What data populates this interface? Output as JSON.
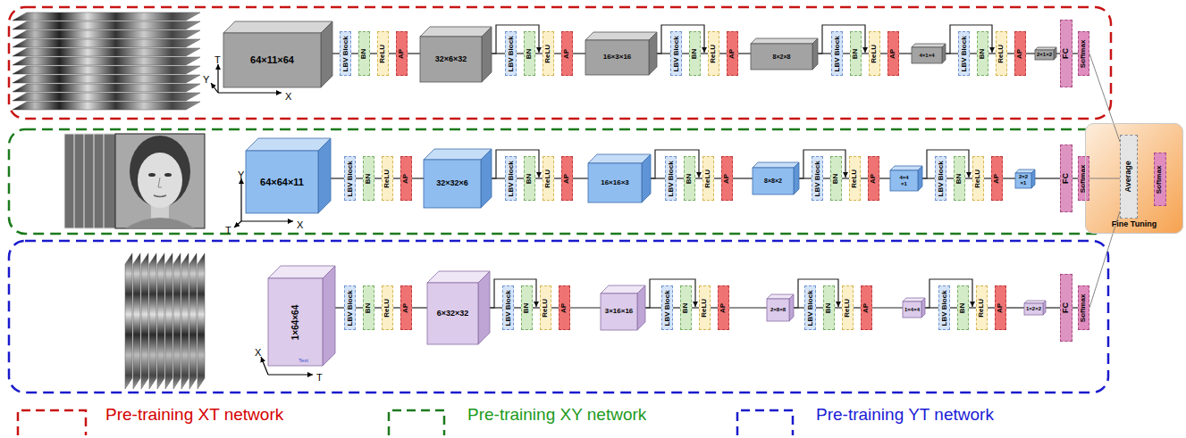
{
  "diagram": {
    "nodes": [
      {
        "text": [
          "64×11×64"
        ]
      },
      {
        "text": [
          "LBV Block"
        ]
      },
      {
        "text": [
          "BN"
        ]
      },
      {
        "text": [
          "ReLU"
        ]
      },
      {
        "text": [
          "AP"
        ]
      },
      {
        "text": [
          "32×6×32"
        ]
      },
      {
        "text": [
          "LBV Block"
        ]
      },
      {
        "text": [
          "BN"
        ]
      },
      {
        "text": [
          "ReLU"
        ]
      },
      {
        "text": [
          "AP"
        ]
      },
      {
        "text": [
          "16×3×16"
        ]
      },
      {
        "text": [
          "LBV Block"
        ]
      },
      {
        "text": [
          "BN"
        ]
      },
      {
        "text": [
          "ReLU"
        ]
      },
      {
        "text": [
          "AP"
        ]
      },
      {
        "text": [
          "8×2×8"
        ]
      },
      {
        "text": [
          "LBV Block"
        ]
      },
      {
        "text": [
          "BN"
        ]
      },
      {
        "text": [
          "ReLU"
        ]
      },
      {
        "text": [
          "AP"
        ]
      },
      {
        "text": [
          "4×1×4"
        ]
      },
      {
        "text": [
          "LBV Block"
        ]
      },
      {
        "text": [
          "BN"
        ]
      },
      {
        "text": [
          "ReLU"
        ]
      },
      {
        "text": [
          "AP"
        ]
      },
      {
        "text": [
          "2×1×2"
        ]
      },
      {
        "text": [
          "FC"
        ]
      },
      {
        "text": [
          "Softmax"
        ]
      },
      {
        "text": [
          "64×64×11"
        ]
      },
      {
        "text": [
          "LBV Block"
        ]
      },
      {
        "text": [
          "BN"
        ]
      },
      {
        "text": [
          "ReLU"
        ]
      },
      {
        "text": [
          "AP"
        ]
      },
      {
        "text": [
          "32×32×6"
        ]
      },
      {
        "text": [
          "LBV Block"
        ]
      },
      {
        "text": [
          "BN"
        ]
      },
      {
        "text": [
          "ReLU"
        ]
      },
      {
        "text": [
          "AP"
        ]
      },
      {
        "text": [
          "16×16×3"
        ]
      },
      {
        "text": [
          "LBV Block"
        ]
      },
      {
        "text": [
          "BN"
        ]
      },
      {
        "text": [
          "ReLU"
        ]
      },
      {
        "text": [
          "AP"
        ]
      },
      {
        "text": [
          "8×8×2"
        ]
      },
      {
        "text": [
          "LBV Block"
        ]
      },
      {
        "text": [
          "BN"
        ]
      },
      {
        "text": [
          "ReLU"
        ]
      },
      {
        "text": [
          "AP"
        ]
      },
      {
        "text": [
          "4×4 ×1"
        ]
      },
      {
        "text": [
          "LBV Block"
        ]
      },
      {
        "text": [
          "BN"
        ]
      },
      {
        "text": [
          "ReLU"
        ]
      },
      {
        "text": [
          "AP"
        ]
      },
      {
        "text": [
          "2×2 ×1"
        ]
      },
      {
        "text": [
          "FC"
        ]
      },
      {
        "text": [
          "Softmax"
        ]
      },
      {
        "text": [
          "1×64×64"
        ]
      },
      {
        "text": [
          "LBV Block"
        ]
      },
      {
        "text": [
          "BN"
        ]
      },
      {
        "text": [
          "ReLU"
        ]
      },
      {
        "text": [
          "AP"
        ]
      },
      {
        "text": [
          "6×32×32"
        ]
      },
      {
        "text": [
          "LBV Block"
        ]
      },
      {
        "text": [
          "BN"
        ]
      },
      {
        "text": [
          "ReLU"
        ]
      },
      {
        "text": [
          "AP"
        ]
      },
      {
        "text": [
          "3×16×16"
        ]
      },
      {
        "text": [
          "LBV Block"
        ]
      },
      {
        "text": [
          "BN"
        ]
      },
      {
        "text": [
          "ReLU"
        ]
      },
      {
        "text": [
          "AP"
        ]
      },
      {
        "text": [
          "2×8×8"
        ]
      },
      {
        "text": [
          "LBV Block"
        ]
      },
      {
        "text": [
          "BN"
        ]
      },
      {
        "text": [
          "ReLU"
        ]
      },
      {
        "text": [
          "AP"
        ]
      },
      {
        "text": [
          "1×4×4"
        ]
      },
      {
        "text": [
          "LBV Block"
        ]
      },
      {
        "text": [
          "BN"
        ]
      },
      {
        "text": [
          "ReLU"
        ]
      },
      {
        "text": [
          "AP"
        ]
      },
      {
        "text": [
          "1×2×2"
        ]
      },
      {
        "text": [
          "FC"
        ]
      },
      {
        "text": [
          "Softmax"
        ]
      },
      {
        "text": [
          "Fine Tuning"
        ]
      },
      {
        "text": [
          "Average"
        ],
        "in": 84
      },
      {
        "text": [
          "Softmax"
        ],
        "in": 84
      }
    ],
    "edges": [
      {
        "from": 0,
        "to": 1,
        "arrow": "none"
      },
      {
        "from": 1,
        "to": 2,
        "arrow": "none"
      },
      {
        "from": 2,
        "to": 3,
        "arrow": "none"
      },
      {
        "from": 3,
        "to": 4,
        "arrow": "none"
      },
      {
        "from": 4,
        "to": 5,
        "arrow": "none"
      },
      {
        "from": 5,
        "to": 6,
        "arrow": "none"
      },
      {
        "from": 6,
        "to": 7,
        "arrow": "none"
      },
      {
        "from": 7,
        "to": 8,
        "arrow": "none"
      },
      {
        "from": 8,
        "to": 9,
        "arrow": "none"
      },
      {
        "from": 9,
        "to": 10,
        "arrow": "none"
      },
      {
        "from": 10,
        "to": 11,
        "arrow": "none"
      },
      {
        "from": 11,
        "to": 12,
        "arrow": "none"
      },
      {
        "from": 12,
        "to": 13,
        "arrow": "none"
      },
      {
        "from": 13,
        "to": 14,
        "arrow": "none"
      },
      {
        "from": 14,
        "to": 15,
        "arrow": "none"
      },
      {
        "from": 15,
        "to": 16,
        "arrow": "none"
      },
      {
        "from": 16,
        "to": 17,
        "arrow": "none"
      },
      {
        "from": 17,
        "to": 18,
        "arrow": "none"
      },
      {
        "from": 18,
        "to": 19,
        "arrow": "none"
      },
      {
        "from": 19,
        "to": 20,
        "arrow": "none"
      },
      {
        "from": 20,
        "to": 21,
        "arrow": "none"
      },
      {
        "from": 21,
        "to": 22,
        "arrow": "none"
      },
      {
        "from": 22,
        "to": 23,
        "arrow": "none"
      },
      {
        "from": 23,
        "to": 24,
        "arrow": "none"
      },
      {
        "from": 24,
        "to": 25,
        "arrow": "none"
      },
      {
        "from": 25,
        "to": 26,
        "arrow": "none"
      },
      {
        "from": 26,
        "to": 27,
        "arrow": "none"
      },
      {
        "from": 5,
        "to": 8,
        "arrow": "to"
      },
      {
        "from": 10,
        "to": 13,
        "arrow": "to"
      },
      {
        "from": 15,
        "to": 18,
        "arrow": "to"
      },
      {
        "from": 20,
        "to": 23,
        "arrow": "to"
      },
      {
        "from": 28,
        "to": 29,
        "arrow": "none"
      },
      {
        "from": 29,
        "to": 30,
        "arrow": "none"
      },
      {
        "from": 30,
        "to": 31,
        "arrow": "none"
      },
      {
        "from": 31,
        "to": 32,
        "arrow": "none"
      },
      {
        "from": 32,
        "to": 33,
        "arrow": "none"
      },
      {
        "from": 33,
        "to": 34,
        "arrow": "none"
      },
      {
        "from": 34,
        "to": 35,
        "arrow": "none"
      },
      {
        "from": 35,
        "to": 36,
        "arrow": "none"
      },
      {
        "from": 36,
        "to": 37,
        "arrow": "none"
      },
      {
        "from": 37,
        "to": 38,
        "arrow": "none"
      },
      {
        "from": 38,
        "to": 39,
        "arrow": "none"
      },
      {
        "from": 39,
        "to": 40,
        "arrow": "none"
      },
      {
        "from": 40,
        "to": 41,
        "arrow": "none"
      },
      {
        "from": 41,
        "to": 42,
        "arrow": "none"
      },
      {
        "from": 42,
        "to": 43,
        "arrow": "none"
      },
      {
        "from": 43,
        "to": 44,
        "arrow": "none"
      },
      {
        "from": 44,
        "to": 45,
        "arrow": "none"
      },
      {
        "from": 45,
        "to": 46,
        "arrow": "none"
      },
      {
        "from": 46,
        "to": 47,
        "arrow": "none"
      },
      {
        "from": 47,
        "to": 48,
        "arrow": "none"
      },
      {
        "from": 48,
        "to": 49,
        "arrow": "none"
      },
      {
        "from": 49,
        "to": 50,
        "arrow": "none"
      },
      {
        "from": 50,
        "to": 51,
        "arrow": "none"
      },
      {
        "from": 51,
        "to": 52,
        "arrow": "none"
      },
      {
        "from": 52,
        "to": 53,
        "arrow": "none"
      },
      {
        "from": 53,
        "to": 54,
        "arrow": "none"
      },
      {
        "from": 54,
        "to": 55,
        "arrow": "none"
      },
      {
        "from": 33,
        "to": 36,
        "arrow": "to"
      },
      {
        "from": 38,
        "to": 41,
        "arrow": "to"
      },
      {
        "from": 43,
        "to": 46,
        "arrow": "to"
      },
      {
        "from": 48,
        "to": 51,
        "arrow": "to"
      },
      {
        "from": 56,
        "to": 57,
        "arrow": "none"
      },
      {
        "from": 57,
        "to": 58,
        "arrow": "none"
      },
      {
        "from": 58,
        "to": 59,
        "arrow": "none"
      },
      {
        "from": 59,
        "to": 60,
        "arrow": "none"
      },
      {
        "from": 60,
        "to": 61,
        "arrow": "none"
      },
      {
        "from": 61,
        "to": 62,
        "arrow": "none"
      },
      {
        "from": 62,
        "to": 63,
        "arrow": "none"
      },
      {
        "from": 63,
        "to": 64,
        "arrow": "none"
      },
      {
        "from": 64,
        "to": 65,
        "arrow": "none"
      },
      {
        "from": 65,
        "to": 66,
        "arrow": "none"
      },
      {
        "from": 66,
        "to": 67,
        "arrow": "none"
      },
      {
        "from": 67,
        "to": 68,
        "arrow": "none"
      },
      {
        "from": 68,
        "to": 69,
        "arrow": "none"
      },
      {
        "from": 69,
        "to": 70,
        "arrow": "none"
      },
      {
        "from": 70,
        "to": 71,
        "arrow": "none"
      },
      {
        "from": 71,
        "to": 72,
        "arrow": "none"
      },
      {
        "from": 72,
        "to": 73,
        "arrow": "none"
      },
      {
        "from": 73,
        "to": 74,
        "arrow": "none"
      },
      {
        "from": 74,
        "to": 75,
        "arrow": "none"
      },
      {
        "from": 75,
        "to": 76,
        "arrow": "none"
      },
      {
        "from": 76,
        "to": 77,
        "arrow": "none"
      },
      {
        "from": 77,
        "to": 78,
        "arrow": "none"
      },
      {
        "from": 78,
        "to": 79,
        "arrow": "none"
      },
      {
        "from": 79,
        "to": 80,
        "arrow": "none"
      },
      {
        "from": 80,
        "to": 81,
        "arrow": "none"
      },
      {
        "from": 81,
        "to": 82,
        "arrow": "none"
      },
      {
        "from": 82,
        "to": 83,
        "arrow": "none"
      },
      {
        "from": 61,
        "to": 64,
        "arrow": "to"
      },
      {
        "from": 66,
        "to": 69,
        "arrow": "to"
      },
      {
        "from": 71,
        "to": 74,
        "arrow": "to"
      },
      {
        "from": 76,
        "to": 79,
        "arrow": "to"
      },
      {
        "from": 27,
        "to": 85,
        "arrow": "none"
      },
      {
        "from": 55,
        "to": 85,
        "arrow": "none"
      },
      {
        "from": 83,
        "to": 85,
        "arrow": "none"
      }
    ],
    "labels": [
      "Y",
      "T",
      "X",
      "Y",
      "X",
      "T",
      "X",
      "Text",
      "T"
    ],
    "legend": [
      {
        "text": "Pre-training XT network"
      },
      {
        "text": "Pre-training XY network"
      },
      {
        "text": "Pre-training YT network"
      }
    ]
  }
}
